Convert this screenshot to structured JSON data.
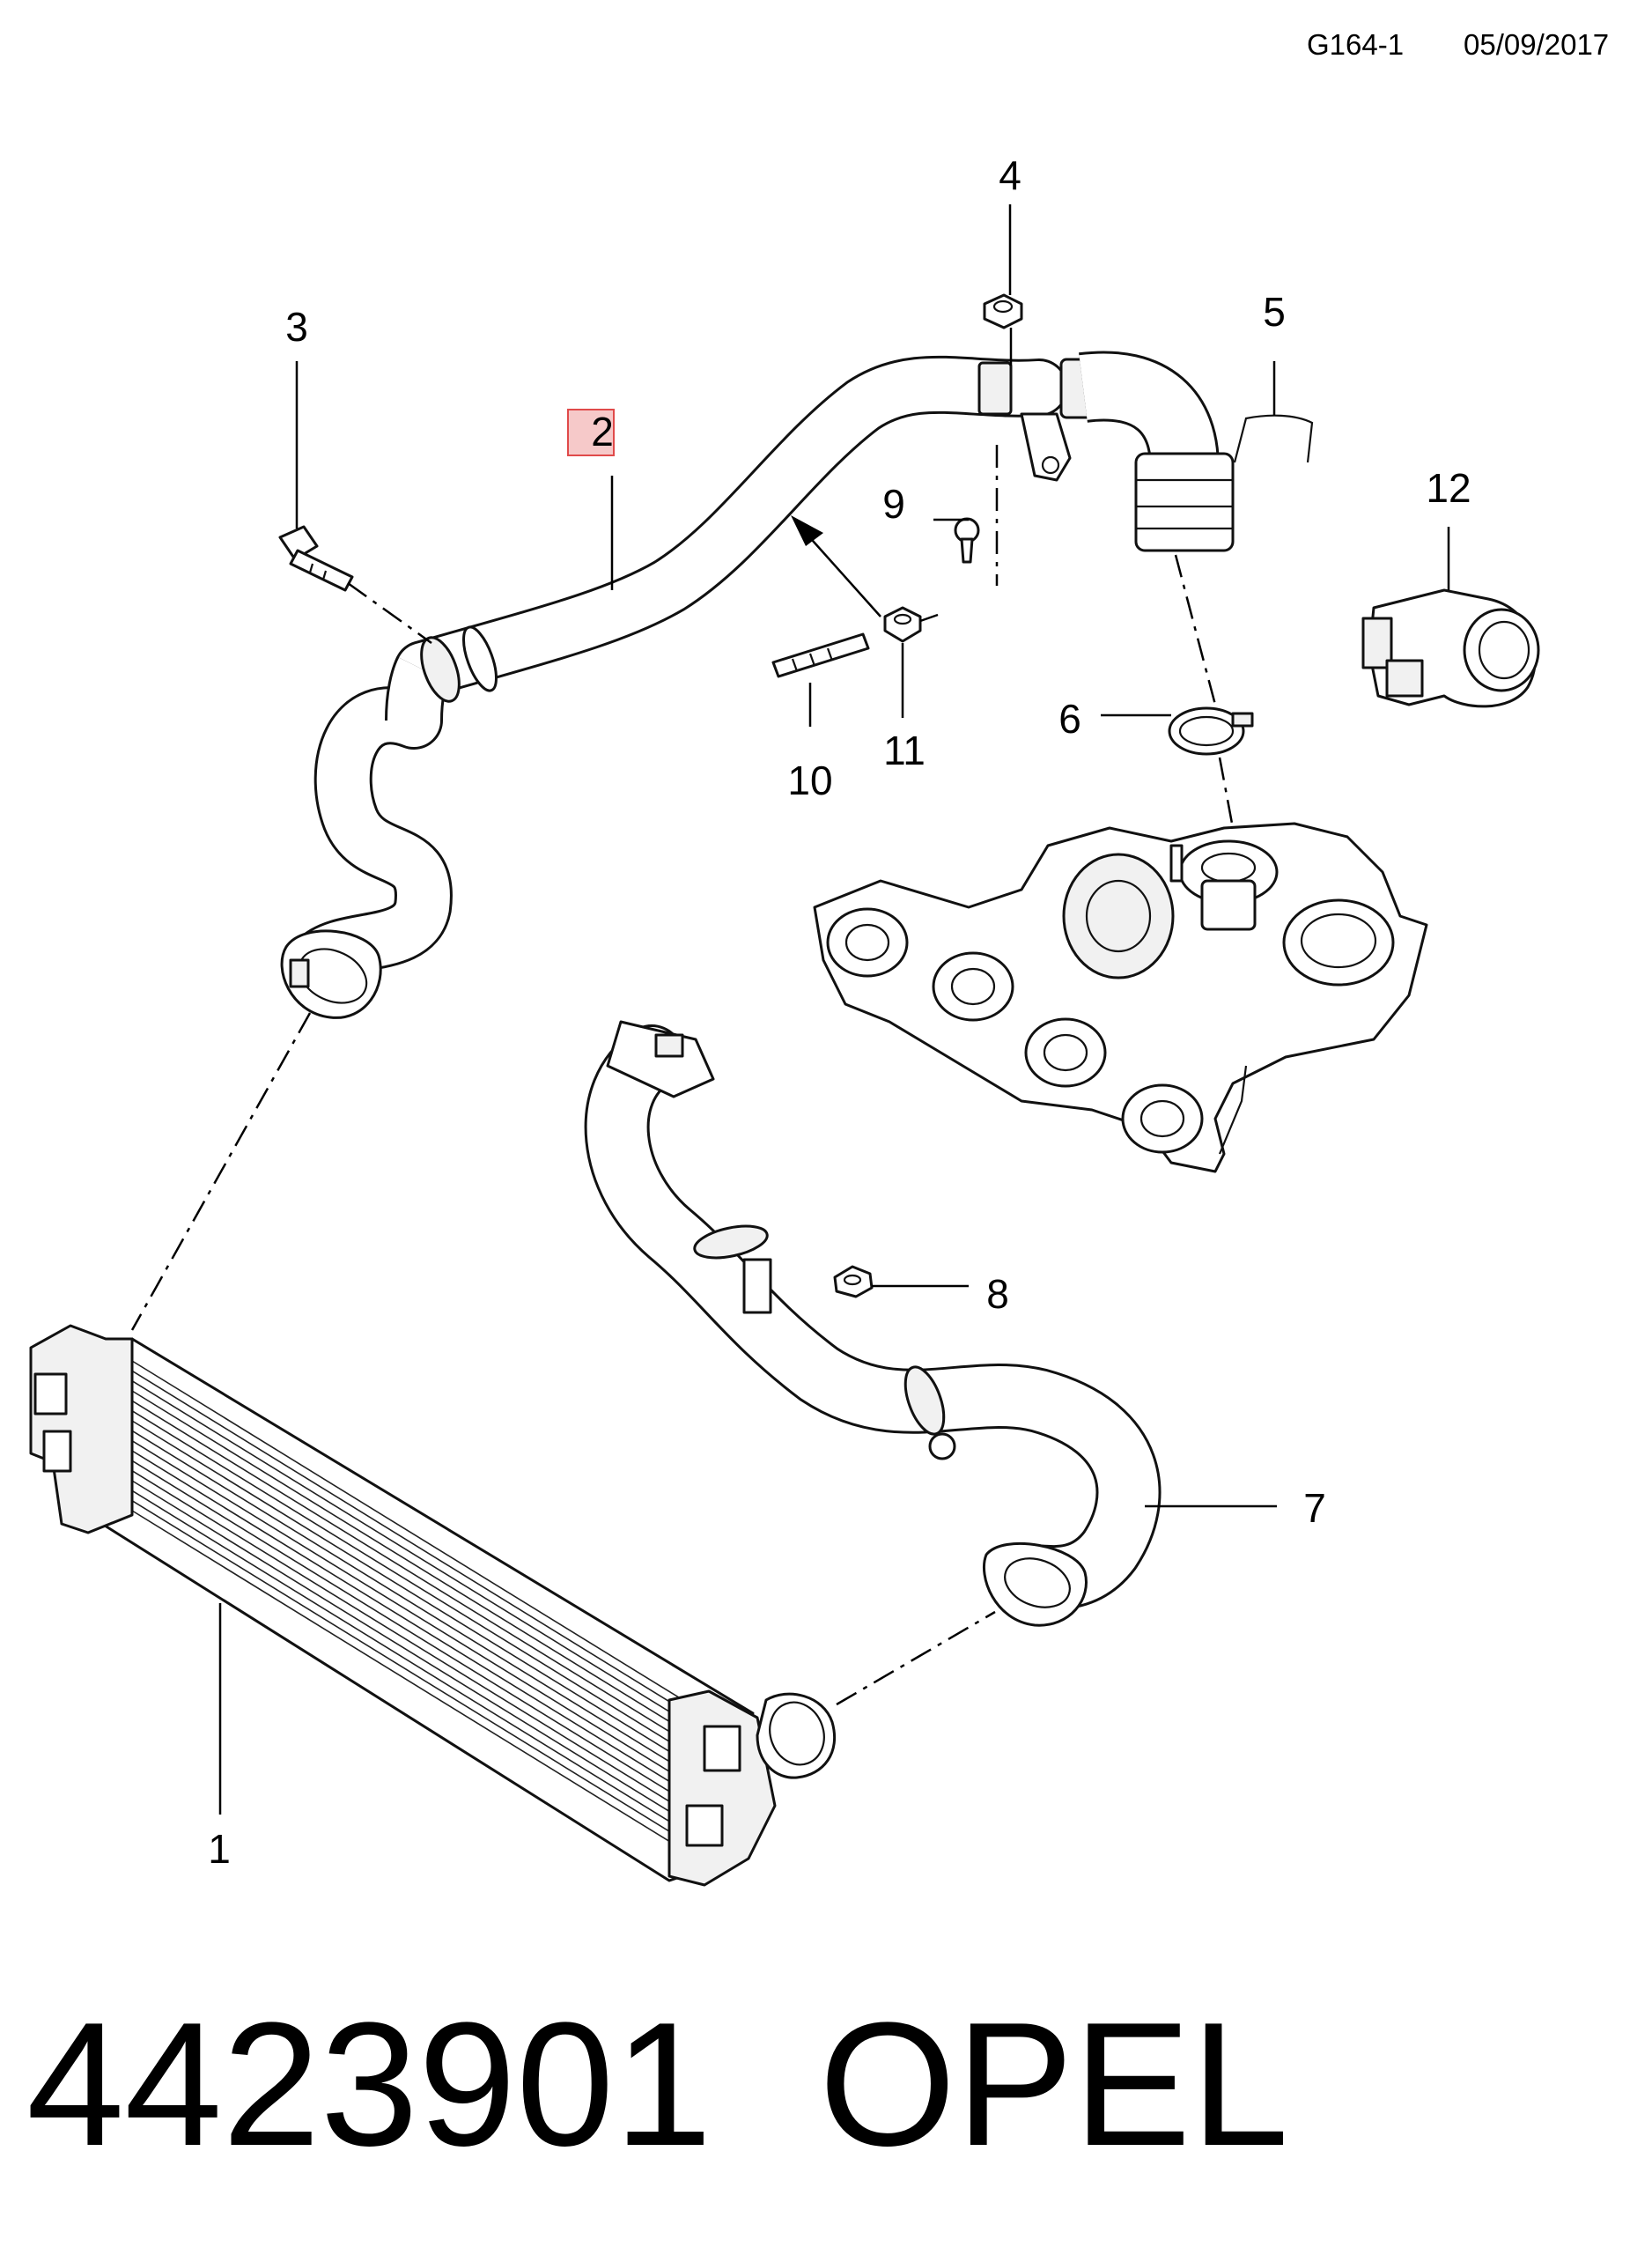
{
  "header": {
    "page_code": "G164-1",
    "date": "05/09/2017"
  },
  "footer": {
    "part_number": "4423901",
    "brand": "OPEL"
  },
  "callouts": [
    {
      "id": "1",
      "label": "1"
    },
    {
      "id": "2",
      "label": "2",
      "highlighted": true
    },
    {
      "id": "3",
      "label": "3"
    },
    {
      "id": "4",
      "label": "4"
    },
    {
      "id": "5",
      "label": "5"
    },
    {
      "id": "6",
      "label": "6"
    },
    {
      "id": "7",
      "label": "7"
    },
    {
      "id": "8",
      "label": "8"
    },
    {
      "id": "9",
      "label": "9"
    },
    {
      "id": "10",
      "label": "10"
    },
    {
      "id": "11",
      "label": "11"
    },
    {
      "id": "12",
      "label": "12"
    }
  ],
  "colors": {
    "highlight_fill": "#f6c9c9",
    "highlight_stroke": "#e04a4a",
    "line": "#000000"
  }
}
